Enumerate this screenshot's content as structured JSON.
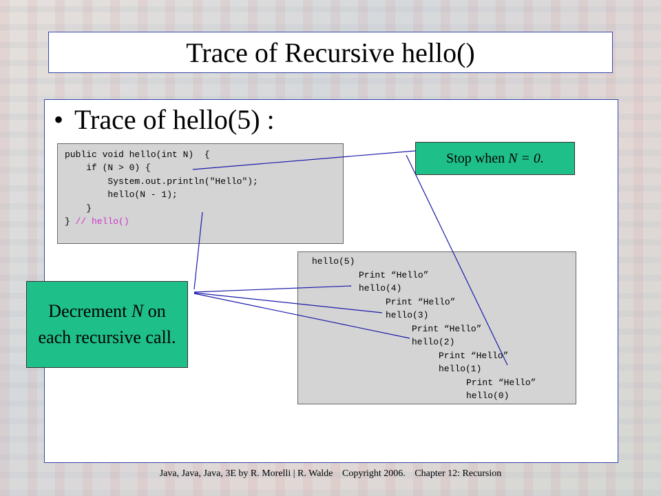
{
  "slide": {
    "title": "Trace of Recursive hello()",
    "bullet": "Trace of hello(5) :",
    "bullet_symbol": "•"
  },
  "code": {
    "lines": [
      "public void hello(int N)  {",
      "    if (N > 0) {",
      "        System.out.println(\"Hello\");",
      "        hello(N - 1);",
      "    }",
      "} "
    ],
    "comment": "// hello()"
  },
  "trace": {
    "lines": [
      "hello(5)",
      "Print “Hello”",
      "hello(4)",
      "Print “Hello”",
      "hello(3)",
      "Print “Hello”",
      "hello(2)",
      "Print “Hello”",
      "hello(1)",
      "Print “Hello”",
      "hello(0)"
    ]
  },
  "notes": {
    "stop_prefix": "Stop when ",
    "stop_var": "N",
    "stop_suffix": " = 0.",
    "dec_prefix": "Decrement ",
    "dec_var": "N",
    "dec_suffix": " on each recursive call."
  },
  "footer": {
    "book": "Java, Java, Java, 3E by R. Morelli | R. Walde",
    "copyright": "Copyright 2006.",
    "chapter": "Chapter 12: Recursion"
  },
  "colors": {
    "note_fill": "#1fbf8a",
    "code_fill": "#d4d4d4",
    "comment": "#cc33cc",
    "border": "#3344aa",
    "connector": "#1a1aaa"
  }
}
